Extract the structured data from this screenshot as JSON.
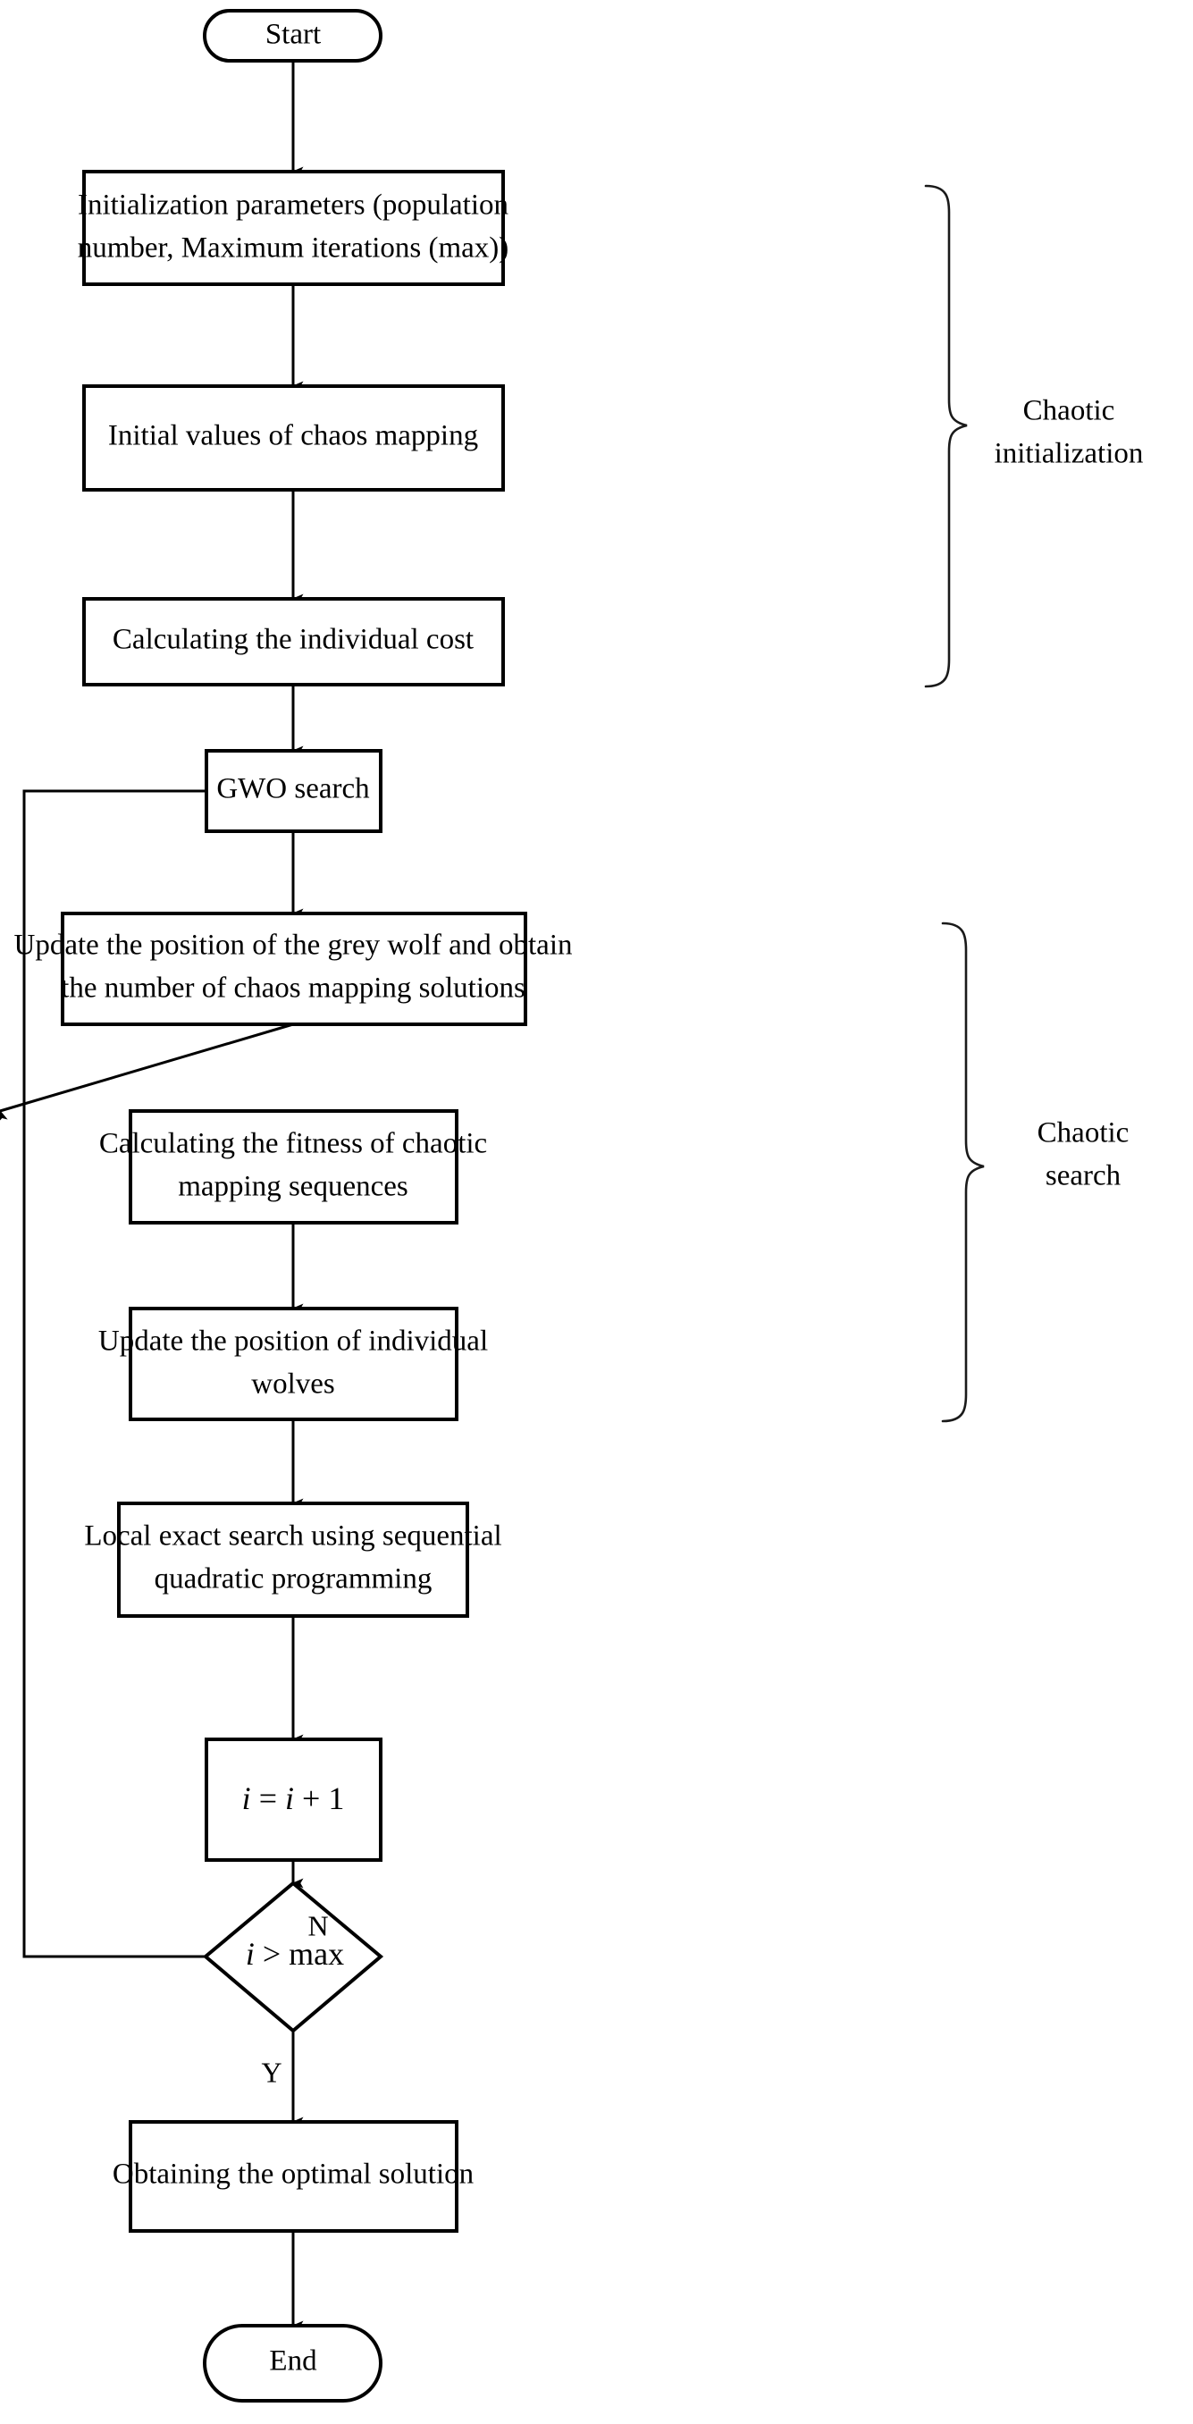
{
  "diagram": {
    "type": "flowchart",
    "title": "Chaotic Grey Wolf Optimizer flowchart",
    "background_color": "#ffffff",
    "line_color": "#000000"
  },
  "nodes": {
    "start": {
      "label": "Start",
      "shape": "terminator"
    },
    "init_params": {
      "line1": "Initialization parameters (population",
      "line2": "number, Maximum iterations (max))",
      "shape": "process"
    },
    "init_chaos": {
      "label": "Initial values of chaos mapping",
      "shape": "process"
    },
    "calc_cost": {
      "label": "Calculating the individual cost",
      "shape": "process"
    },
    "gwo_search": {
      "label": "GWO search",
      "shape": "process"
    },
    "update_grey_wolf": {
      "line1": "Update the position of the grey wolf and obtain",
      "line2": "the number of chaos mapping solutions",
      "shape": "process"
    },
    "calc_fitness": {
      "line1": "Calculating the fitness of chaotic",
      "line2": "mapping sequences",
      "shape": "process"
    },
    "update_wolves": {
      "line1": "Update the position of individual",
      "line2": "wolves",
      "shape": "process"
    },
    "local_search": {
      "line1": "Local exact search using sequential",
      "line2": "quadratic programming",
      "shape": "process"
    },
    "increment": {
      "label": "i = i + 1",
      "var": "i",
      "eq": " = ",
      "var2": "i",
      "plus": " + 1",
      "shape": "process"
    },
    "decision": {
      "label": "i > max",
      "var": "i",
      "op": " > max",
      "shape": "decision"
    },
    "optimal_solution": {
      "label": "Obtaining the optimal solution",
      "shape": "process"
    },
    "end": {
      "label": "End",
      "shape": "terminator"
    }
  },
  "edge_labels": {
    "no": "N",
    "yes": "Y"
  },
  "group_labels": {
    "chaotic_initialization": {
      "line1": "Chaotic",
      "line2": "initialization"
    },
    "chaotic_search": {
      "line1": "Chaotic",
      "line2": "search"
    }
  }
}
